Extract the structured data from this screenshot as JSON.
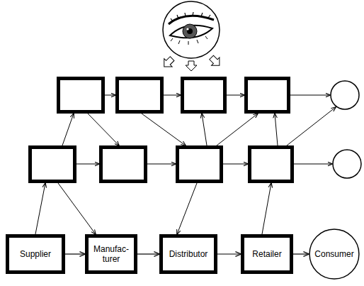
{
  "diagram": {
    "nodes": [
      {
        "text": [
          "Supplier"
        ]
      },
      {
        "text": [
          "Manufac- turer"
        ]
      },
      {
        "text": [
          "Distributor"
        ]
      },
      {
        "text": [
          "Retailer"
        ]
      },
      {
        "text": [
          "Consumer"
        ]
      }
    ],
    "edges": [
      {
        "from": 0,
        "to": 1,
        "arrow": "to"
      },
      {
        "from": 1,
        "to": 2,
        "arrow": "to"
      },
      {
        "from": 2,
        "to": 3,
        "arrow": "to"
      },
      {
        "from": 3,
        "to": 4,
        "arrow": "to"
      }
    ]
  }
}
